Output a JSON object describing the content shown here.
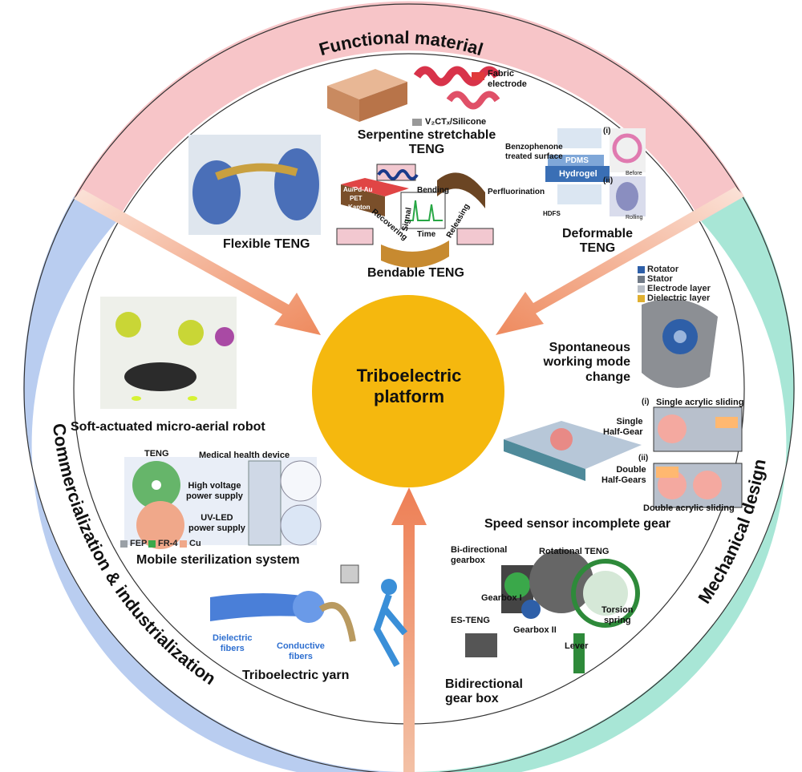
{
  "center": {
    "title_line1": "Triboelectric",
    "title_line2": "platform"
  },
  "sections": {
    "top": "Functional material",
    "left": "Commercialization & industrialization",
    "right": "Mechanical design"
  },
  "colors": {
    "top_ring": "#f7c5c8",
    "left_ring": "#b9cdf0",
    "right_ring": "#a8e6d6",
    "center_fill": "#f5b80e",
    "arrow": "#ee8a5e"
  },
  "functional_material": {
    "serpentine_line1": "Serpentine stretchable",
    "serpentine_line2": "TENG",
    "fabric_electrode_line1": "Fabric",
    "fabric_electrode_line2": "electrode",
    "v2ct_silicone": "V₂CTₓ/Silicone",
    "flexible": "Flexible TENG",
    "bendable": "Bendable TENG",
    "bending": "Bending",
    "recovering": "Recovering",
    "releasing": "Releasing",
    "signal": "Signal",
    "time": "Time",
    "perfluorination": "Perfluorination",
    "au_pd_au": "Au/Pd-Au",
    "pet": "PET",
    "kapton": "Kapton",
    "deformable_line1": "Deformable",
    "deformable_line2": "TENG",
    "benzophenone_line1": "Benzophenone",
    "benzophenone_line2": "treated surface",
    "pdms": "PDMS",
    "hydrogel": "Hydrogel",
    "marker_i": "(i)",
    "marker_ii": "(ii)",
    "before": "Before",
    "rolling": "Rolling",
    "hdfs": "HDFS"
  },
  "mechanical_design": {
    "spontaneous_line1": "Spontaneous",
    "spontaneous_line2": "working mode",
    "spontaneous_line3": "change",
    "legend": [
      "Rotator",
      "Stator",
      "Electrode layer",
      "Dielectric layer"
    ],
    "legend_colors": [
      "#2e5fa8",
      "#707a86",
      "#b8bec6",
      "#e0b030"
    ],
    "single_acrylic": "Single acrylic sliding",
    "single_halfgear_line1": "Single",
    "single_halfgear_line2": "Half-Gear",
    "double_halfgear_line1": "Double",
    "double_halfgear_line2": "Half-Gears",
    "double_acrylic": "Double acrylic sliding",
    "marker_i": "(i)",
    "marker_ii": "(ii)",
    "speed_sensor": "Speed sensor incomplete gear",
    "bidirectional_gearbox_line1": "Bi-directional",
    "bidirectional_gearbox_line2": "gearbox",
    "rotational_teng": "Rotational TENG",
    "gearbox_1": "Gearbox I",
    "gearbox_2": "Gearbox II",
    "es_teng": "ES-TENG",
    "torsion_line1": "Torsion",
    "torsion_line2": "spring",
    "lever": "Lever",
    "bidirectional_line1": "Bidirectional",
    "bidirectional_line2": "gear box"
  },
  "commercialization": {
    "robot": "Soft-actuated micro-aerial robot",
    "teng": "TENG",
    "medical": "Medical health device",
    "high_voltage_line1": "High voltage",
    "high_voltage_line2": "power supply",
    "uvled_line1": "UV-LED",
    "uvled_line2": "power supply",
    "legend": [
      "FEP",
      "FR-4",
      "Cu"
    ],
    "legend_colors": [
      "#9aa0a6",
      "#3aa84a",
      "#f0a88a"
    ],
    "mobile": "Mobile sterilization system",
    "dielectric_line1": "Dielectric",
    "dielectric_line2": "fibers",
    "conductive_line1": "Conductive",
    "conductive_line2": "fibers",
    "yarn": "Triboelectric yarn"
  }
}
